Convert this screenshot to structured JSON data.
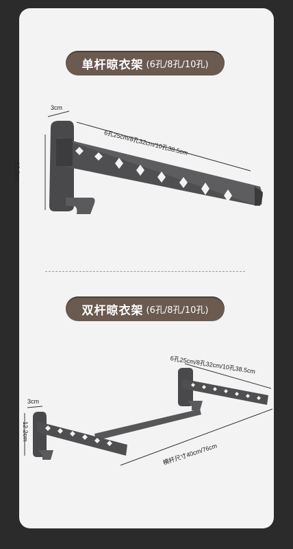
{
  "sections": [
    {
      "title": "单杆晾衣架",
      "subtitle": "(6孔/8孔/10孔)",
      "dims": {
        "width": "3cm",
        "length": "6孔25cm/8孔32cm/10孔38.5cm",
        "height": "12.2cm"
      }
    },
    {
      "title": "双杆晾衣架",
      "subtitle": "(6孔/8孔/10孔)",
      "dims": {
        "width": "3cm",
        "length": "6孔25cm/8孔32cm/10孔38.5cm",
        "height": "12.2cm",
        "bar": "横杆尺寸40cm/76cm"
      }
    }
  ],
  "colors": {
    "pill": "#6a5a4f",
    "metal": "#4a4a4c",
    "card": "#f3f3f3"
  }
}
